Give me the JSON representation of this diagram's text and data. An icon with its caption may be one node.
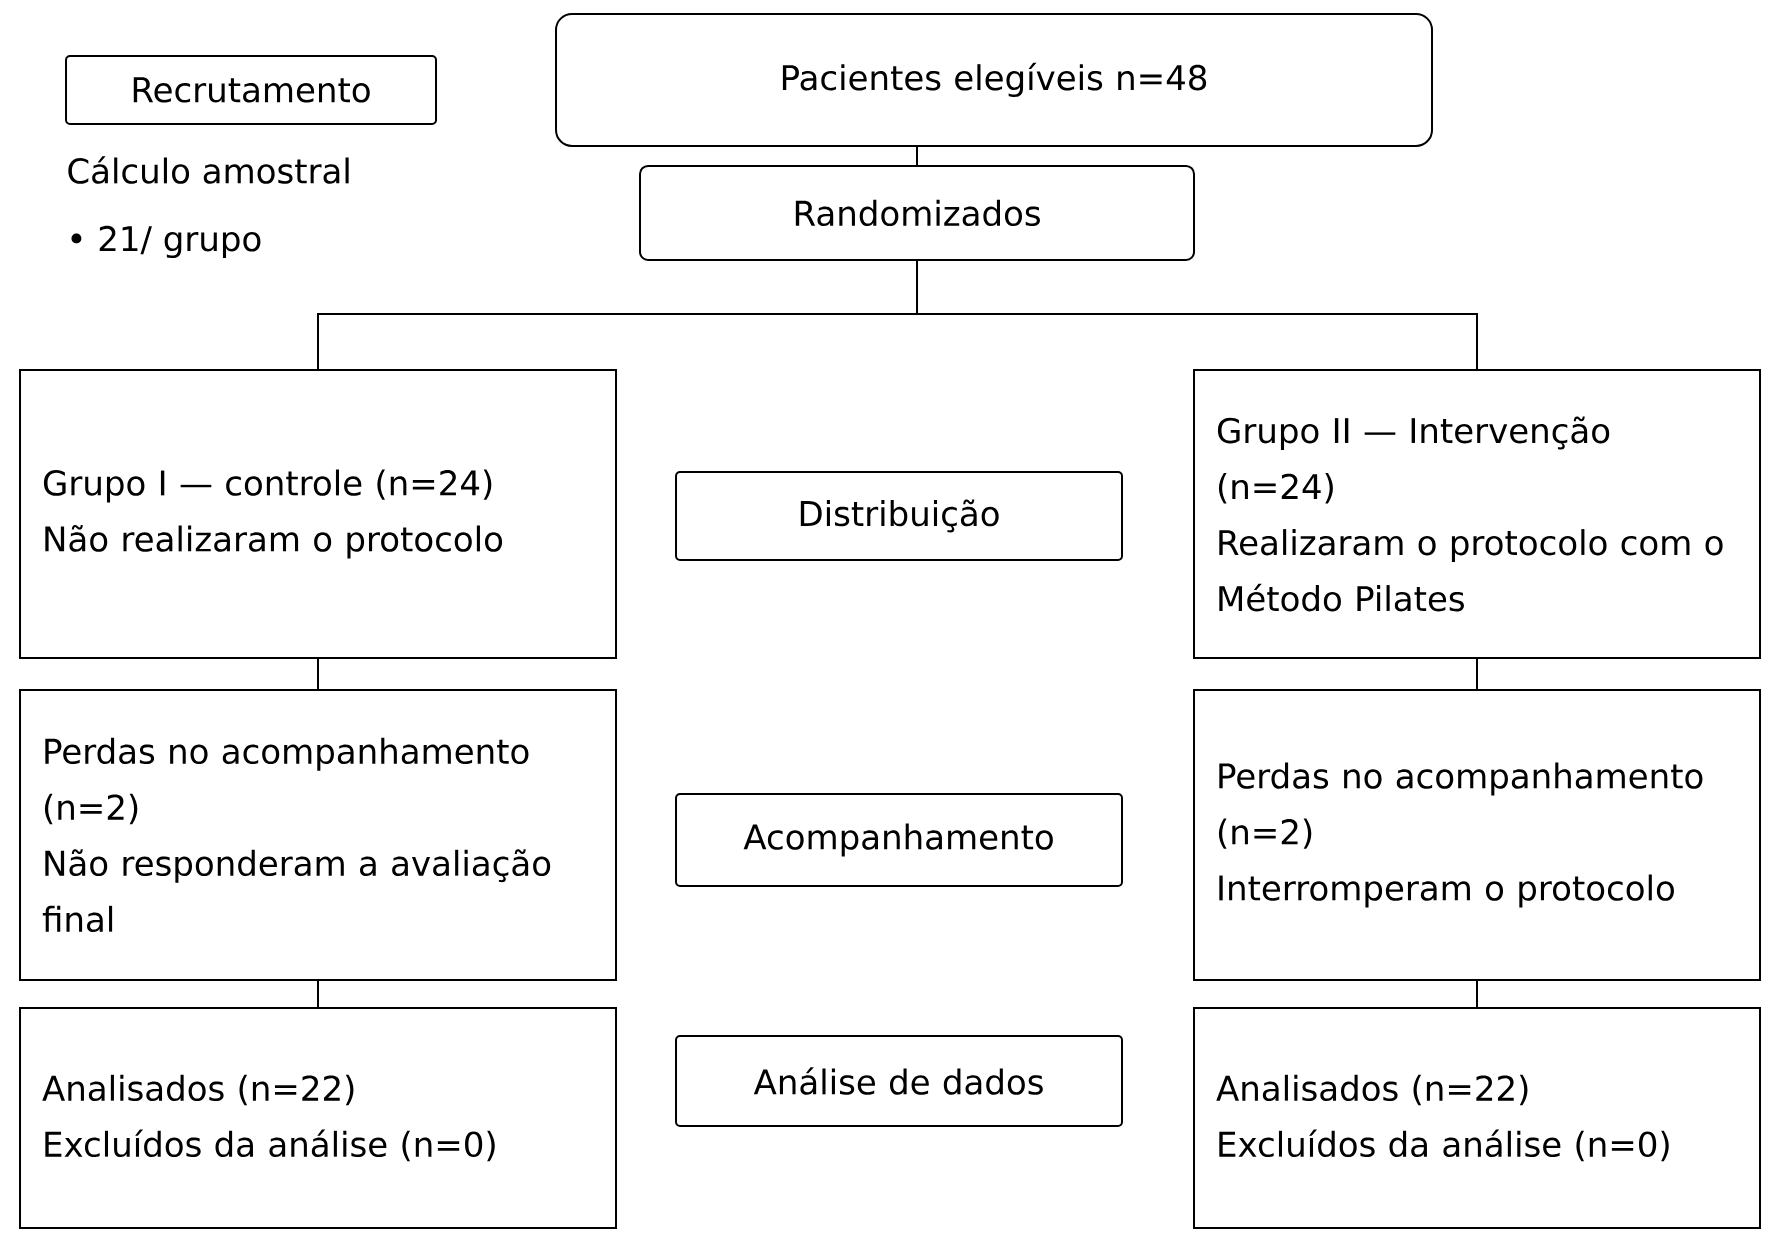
{
  "diagram": {
    "nodes": [
      {
        "text": [
          "Recrutamento"
        ]
      },
      {
        "text": [
          "Pacientes elegíveis n=48"
        ]
      },
      {
        "text": [
          "Randomizados"
        ]
      },
      {
        "text": [
          "Grupo I — controle (n=24)",
          "Não realizaram o protocolo"
        ]
      },
      {
        "text": [
          "Distribuição"
        ]
      },
      {
        "text": [
          "Grupo II — Intervenção (n=24)",
          "Realizaram o protocolo com o Método Pilates"
        ]
      },
      {
        "text": [
          "Perdas no acompanhamento (n=2)",
          "Não responderam a avaliação final"
        ]
      },
      {
        "text": [
          "Acompanhamento"
        ]
      },
      {
        "text": [
          "Perdas no acompanhamento (n=2)",
          "Interromperam o protocolo"
        ]
      },
      {
        "text": [
          "Analisados (n=22)",
          "Excluídos da análise (n=0)"
        ]
      },
      {
        "text": [
          "Análise de dados"
        ]
      },
      {
        "text": [
          "Analisados (n=22)",
          "Excluídos da análise (n=0)"
        ]
      }
    ],
    "edges": [
      {
        "from": 1,
        "to": 2,
        "arrow": "none"
      },
      {
        "from": 2,
        "to": 3,
        "arrow": "none"
      },
      {
        "from": 2,
        "to": 5,
        "arrow": "none"
      },
      {
        "from": 3,
        "to": 6,
        "arrow": "none"
      },
      {
        "from": 6,
        "to": 9,
        "arrow": "none"
      },
      {
        "from": 5,
        "to": 8,
        "arrow": "none"
      },
      {
        "from": 8,
        "to": 11,
        "arrow": "none"
      }
    ],
    "labels": [
      "Cálculo amostral",
      "• 21/ grupo"
    ]
  }
}
